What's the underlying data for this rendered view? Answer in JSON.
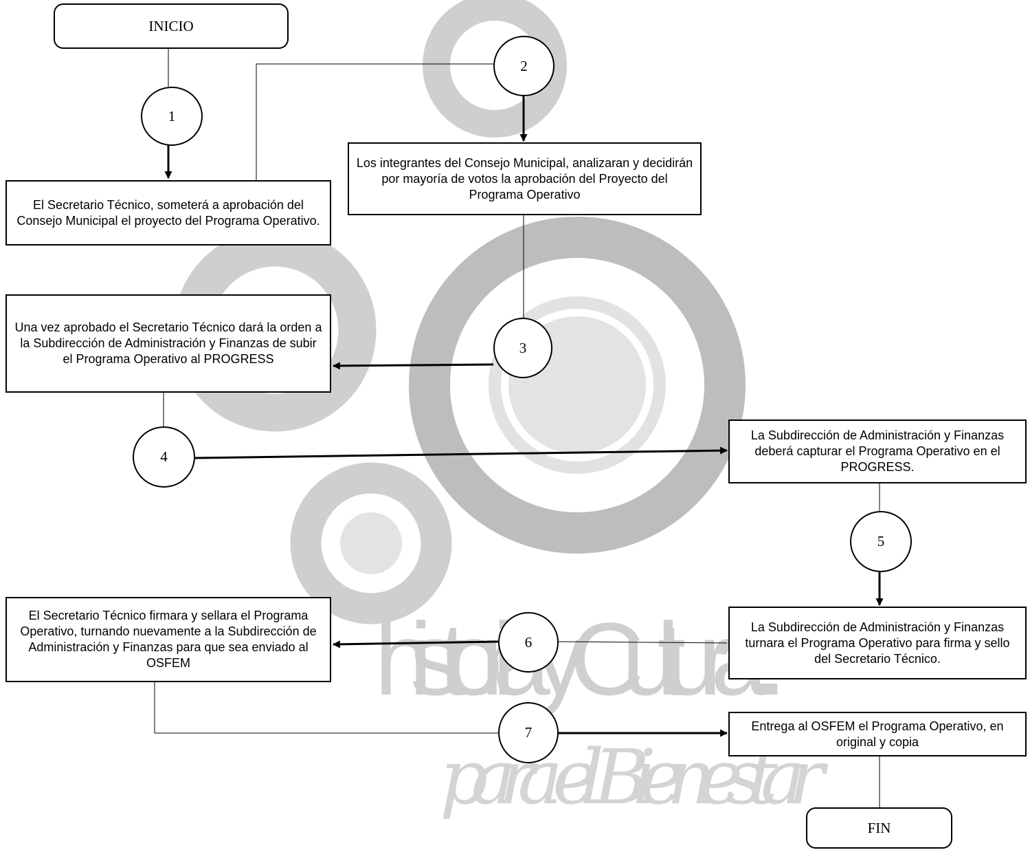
{
  "watermark": {
    "line1": "historia y Cultura...",
    "line2": "para el Bienestar"
  },
  "start": "INICIO",
  "end": "FIN",
  "nodes": [
    "1",
    "2",
    "3",
    "4",
    "5",
    "6",
    "7"
  ],
  "steps": [
    "El Secretario Técnico, someterá a aprobación del Consejo Municipal el proyecto del Programa Operativo.",
    "Los integrantes del Consejo Municipal, analizaran y decidirán por mayoría de votos la aprobación del Proyecto del Programa Operativo",
    "Una vez aprobado el Secretario Técnico dará la orden a la Subdirección de Administración y Finanzas de subir el Programa Operativo al PROGRESS",
    "La Subdirección de Administración y Finanzas deberá capturar el Programa Operativo en el PROGRESS.",
    "La Subdirección de Administración y Finanzas turnara el Programa Operativo para firma y sello del Secretario Técnico.",
    "El Secretario Técnico firmara y sellara el Programa Operativo, turnando nuevamente a la Subdirección de Administración y Finanzas para que sea enviado al OSFEM",
    "Entrega al OSFEM el Programa Operativo, en original y copia"
  ]
}
